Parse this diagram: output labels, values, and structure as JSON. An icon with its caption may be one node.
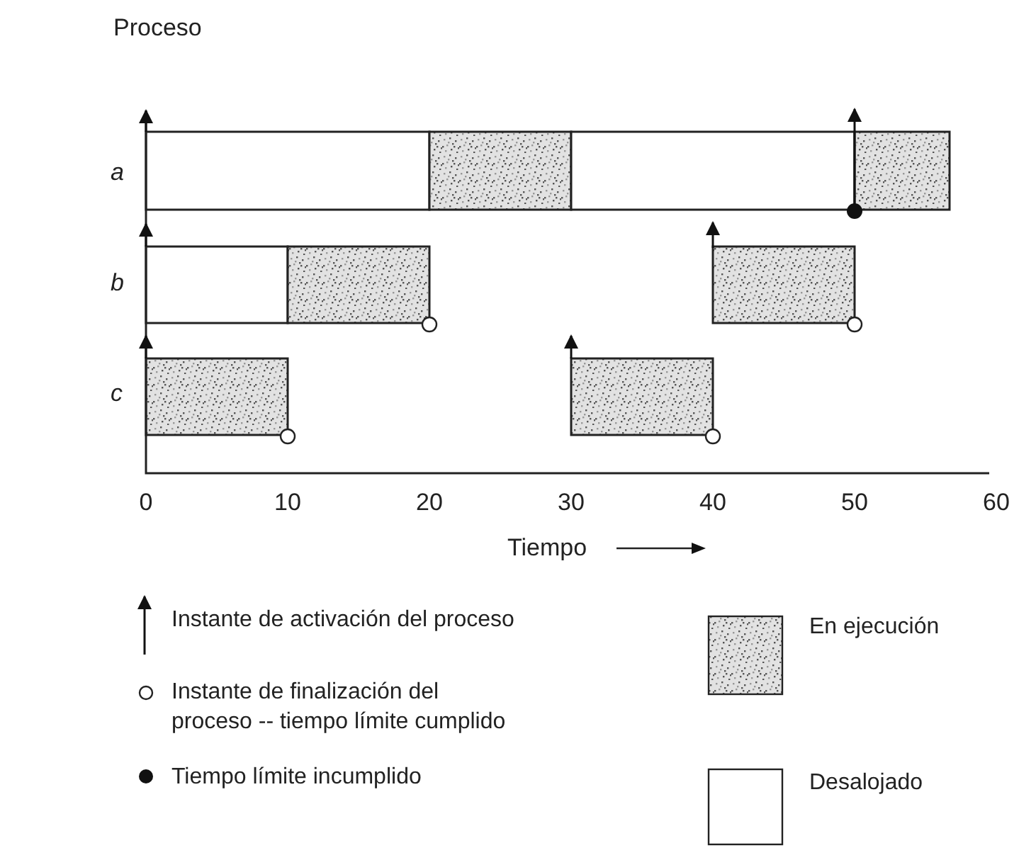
{
  "diagram": {
    "labels": [
      "Proceso",
      "a",
      "b",
      "c",
      "0",
      "10",
      "20",
      "30",
      "40",
      "50",
      "60",
      "Tiempo"
    ],
    "legend": [
      {
        "text": "Instante de activación del proceso"
      },
      {
        "text": "Instante de finalización del proceso -- tiempo límite cumplido"
      },
      {
        "text": "Tiempo límite incumplido"
      },
      {
        "text": "En ejecución"
      },
      {
        "text": "Desalojado"
      }
    ]
  }
}
